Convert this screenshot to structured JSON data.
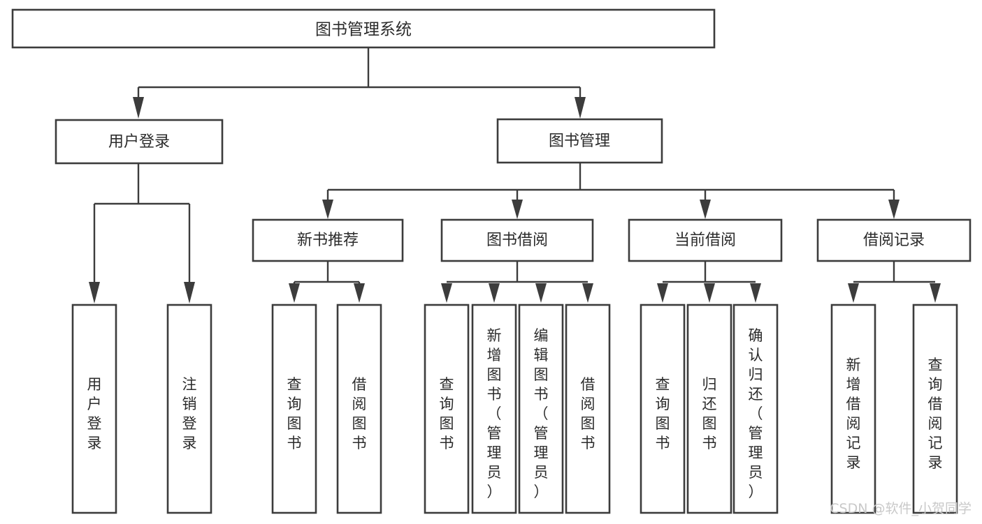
{
  "diagram": {
    "type": "tree-hierarchy",
    "root": {
      "id": "root",
      "label": "图书管理系统",
      "orientation": "horizontal"
    },
    "level2": [
      {
        "id": "user-login",
        "label": "用户登录",
        "orientation": "horizontal"
      },
      {
        "id": "book-manage",
        "label": "图书管理",
        "orientation": "horizontal"
      }
    ],
    "level3": [
      {
        "id": "new-book-recommend",
        "label": "新书推荐",
        "orientation": "horizontal",
        "parent": "book-manage"
      },
      {
        "id": "book-borrow",
        "label": "图书借阅",
        "orientation": "horizontal",
        "parent": "book-manage"
      },
      {
        "id": "current-borrow",
        "label": "当前借阅",
        "orientation": "horizontal",
        "parent": "book-manage"
      },
      {
        "id": "borrow-record",
        "label": "借阅记录",
        "orientation": "horizontal",
        "parent": "book-manage"
      }
    ],
    "leaves": {
      "user_login": [
        {
          "id": "leaf-user-login",
          "label": "用户登录",
          "orientation": "vertical"
        },
        {
          "id": "leaf-logout-login",
          "label": "注销登录",
          "orientation": "vertical"
        }
      ],
      "new_book_recommend": [
        {
          "id": "leaf-query-book-1",
          "label": "查询图书",
          "orientation": "vertical"
        },
        {
          "id": "leaf-borrow-book-1",
          "label": "借阅图书",
          "orientation": "vertical"
        }
      ],
      "book_borrow": [
        {
          "id": "leaf-query-book-2",
          "label": "查询图书",
          "orientation": "vertical"
        },
        {
          "id": "leaf-add-book",
          "label": "新增图书（管理员）",
          "orientation": "vertical"
        },
        {
          "id": "leaf-edit-book",
          "label": "编辑图书（管理员）",
          "orientation": "vertical"
        },
        {
          "id": "leaf-borrow-book-2",
          "label": "借阅图书",
          "orientation": "vertical"
        }
      ],
      "current_borrow": [
        {
          "id": "leaf-query-book-3",
          "label": "查询图书",
          "orientation": "vertical"
        },
        {
          "id": "leaf-return-book",
          "label": "归还图书",
          "orientation": "vertical"
        },
        {
          "id": "leaf-confirm-return",
          "label": "确认归还（管理员）",
          "orientation": "vertical"
        }
      ],
      "borrow_record": [
        {
          "id": "leaf-add-record",
          "label": "新增借阅记录",
          "orientation": "vertical"
        },
        {
          "id": "leaf-query-record",
          "label": "查询借阅记录",
          "orientation": "vertical"
        }
      ]
    }
  },
  "watermark": {
    "text": "CSDN @软件_小贺同学"
  },
  "colors": {
    "box_stroke": "#3c3c3c",
    "box_fill": "#ffffff",
    "text": "#2b2b2b",
    "connector": "#3c3c3c",
    "watermark": "#c9c9c9",
    "background": "#ffffff"
  }
}
